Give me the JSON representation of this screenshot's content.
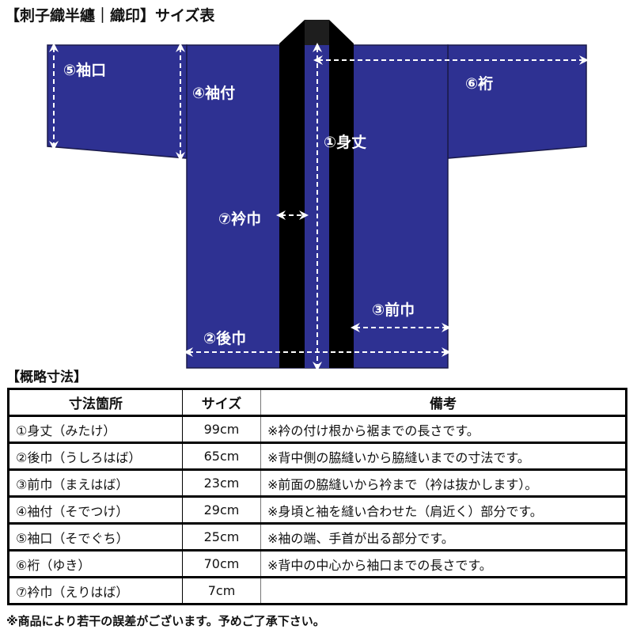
{
  "title": "【刺子織半纏｜織印】サイズ表",
  "colors": {
    "garment_body": "#2e3192",
    "collar": "#000000",
    "collar_top": "#1e1e1e",
    "outline": "#1a1a4a",
    "guide_lines": "#ffffff"
  },
  "diagram": {
    "labels": {
      "sleeve_opening": "⑤袖口",
      "sleeve_attach": "④袖付",
      "yuki": "⑥裄",
      "body_length": "①身丈",
      "collar_width": "⑦衿巾",
      "front_width": "③前巾",
      "back_width": "②後巾"
    }
  },
  "section_title": "【概略寸法】",
  "table": {
    "headers": [
      "寸法箇所",
      "サイズ",
      "備考"
    ],
    "rows": [
      {
        "part": "①身丈（みたけ）",
        "size": "99cm",
        "note": "※衿の付け根から裾までの長さです。"
      },
      {
        "part": "②後巾（うしろはば）",
        "size": "65cm",
        "note": "※背中側の脇縫いから脇縫いまでの寸法です。"
      },
      {
        "part": "③前巾（まえはば）",
        "size": "23cm",
        "note": "※前面の脇縫いから衿まで（衿は抜かします）。"
      },
      {
        "part": "④袖付（そでつけ）",
        "size": "29cm",
        "note": "※身頃と袖を縫い合わせた（肩近く）部分です。"
      },
      {
        "part": "⑤袖口（そでぐち）",
        "size": "25cm",
        "note": "※袖の端、手首が出る部分です。"
      },
      {
        "part": "⑥裄（ゆき）",
        "size": "70cm",
        "note": "※背中の中心から袖口までの長さです。"
      },
      {
        "part": "⑦衿巾（えりはば）",
        "size": "7cm",
        "note": ""
      }
    ]
  },
  "footnote": "※商品により若干の誤差がございます。予めご了承下さい。"
}
